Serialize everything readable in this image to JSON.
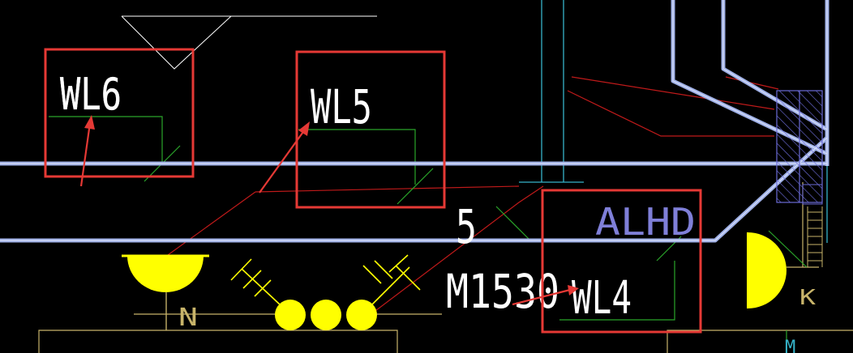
{
  "labels": {
    "wl6": "WL6",
    "wl5": "WL5",
    "wl4": "WL4",
    "five": "5",
    "alhd": "ALHD",
    "m1530": "M1530",
    "n": "N",
    "k": "K"
  },
  "colors": {
    "background": "#000000",
    "highlight_box": "#e53935",
    "annotation_arrow": "#e53935",
    "duct": "#9fb0e6",
    "duct_inner": "#c9d3f5",
    "wire": "#ffffff",
    "green": "#2aa52a",
    "cyan": "#36b3c9",
    "yellow": "#ffff00",
    "olive": "#c8b46a",
    "red_line": "#c01a1a",
    "alhd_text": "#7f7fd8",
    "hatch": "#6a6ad6"
  }
}
